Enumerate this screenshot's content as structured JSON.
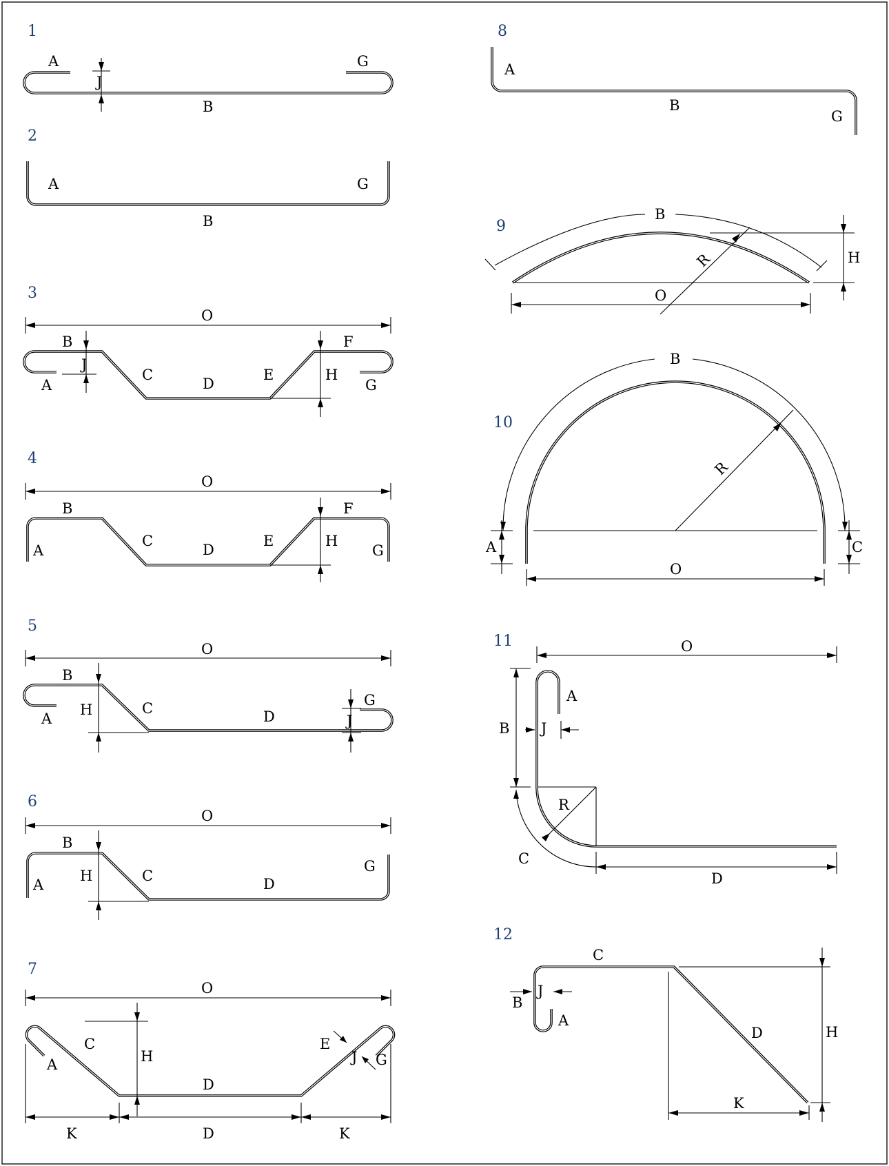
{
  "colors": {
    "number": "#1f3f73",
    "line": "#000000",
    "frame": "#222222"
  },
  "shapes": [
    {
      "number": "1",
      "labels": [
        "A",
        "G",
        "J",
        "B"
      ]
    },
    {
      "number": "2",
      "labels": [
        "A",
        "G",
        "B"
      ]
    },
    {
      "number": "3",
      "labels": [
        "O",
        "B",
        "F",
        "J",
        "C",
        "D",
        "E",
        "H",
        "A",
        "G"
      ]
    },
    {
      "number": "4",
      "labels": [
        "O",
        "B",
        "F",
        "C",
        "D",
        "E",
        "H",
        "A",
        "G"
      ]
    },
    {
      "number": "5",
      "labels": [
        "O",
        "B",
        "G",
        "H",
        "C",
        "D",
        "J",
        "A"
      ]
    },
    {
      "number": "6",
      "labels": [
        "O",
        "B",
        "G",
        "H",
        "C",
        "D",
        "A"
      ]
    },
    {
      "number": "7",
      "labels": [
        "O",
        "C",
        "H",
        "E",
        "J",
        "G",
        "A",
        "D",
        "K",
        "D",
        "K"
      ]
    },
    {
      "number": "8",
      "labels": [
        "A",
        "B",
        "G"
      ]
    },
    {
      "number": "9",
      "labels": [
        "B",
        "H",
        "R",
        "O"
      ]
    },
    {
      "number": "10",
      "labels": [
        "B",
        "R",
        "A",
        "C",
        "O"
      ]
    },
    {
      "number": "11",
      "labels": [
        "O",
        "A",
        "B",
        "J",
        "R",
        "C",
        "D"
      ]
    },
    {
      "number": "12",
      "labels": [
        "C",
        "J",
        "B",
        "A",
        "D",
        "H",
        "K"
      ]
    }
  ]
}
